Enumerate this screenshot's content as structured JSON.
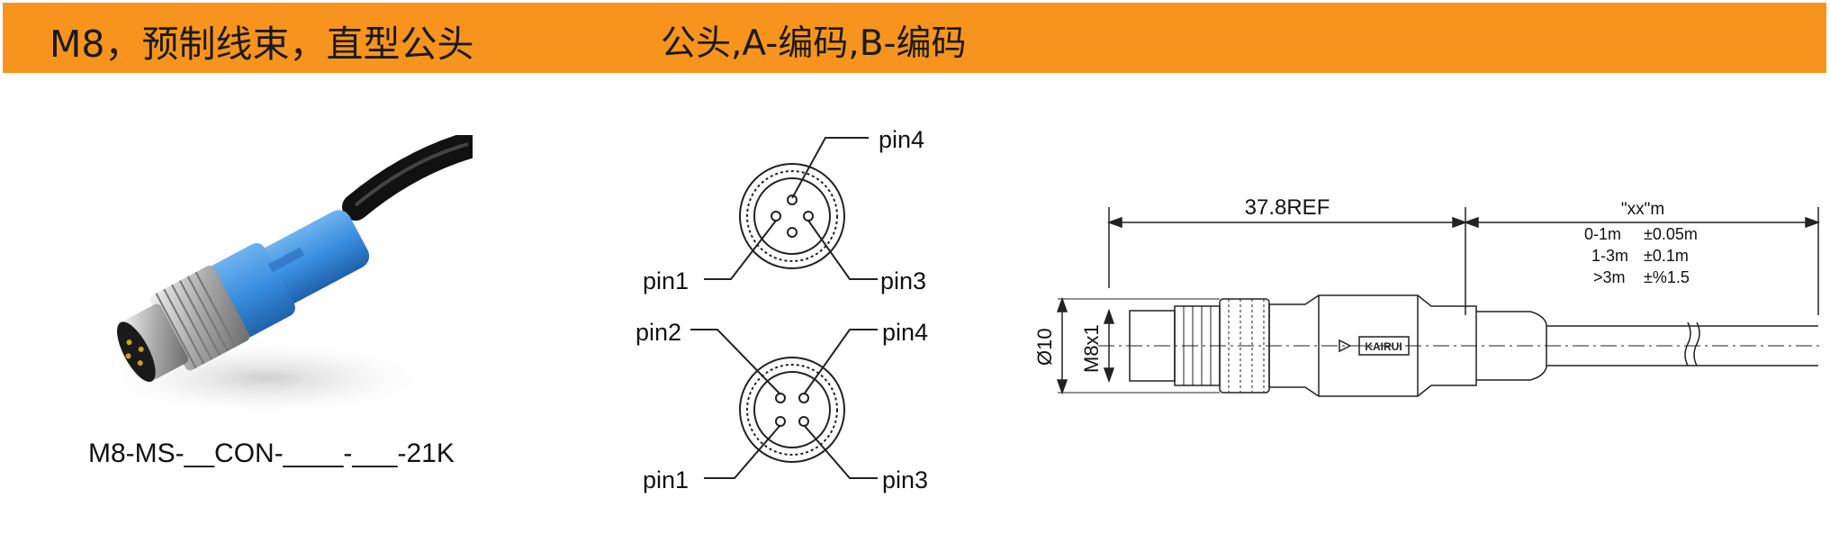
{
  "header": {
    "title": "M8，预制线束，直型公头",
    "subtitle": "公头,A-编码,B-编码",
    "background_color": "#f7941d"
  },
  "product": {
    "order_code": "M8-MS-__CON-____-___-21K",
    "cable_color": "#111111",
    "body_color": "#3a8ee0"
  },
  "pin_diagrams": {
    "a_coded": {
      "pin4": "pin4",
      "pin1": "pin1",
      "pin3": "pin3"
    },
    "b_coded": {
      "pin2": "pin2",
      "pin4": "pin4",
      "pin1": "pin1",
      "pin3": "pin3"
    }
  },
  "dimension_drawing": {
    "length_ref": "37.8REF",
    "cable_length_label": "\"xx\"m",
    "tolerances": [
      {
        "range": "0-1m",
        "tol": "±0.05m"
      },
      {
        "range": "1-3m",
        "tol": "±0.1m"
      },
      {
        "range": ">3m",
        "tol": "±%1.5"
      }
    ],
    "outer_diameter": "Ø10",
    "thread": "M8x1",
    "brand_mark": "KAIRUI"
  }
}
